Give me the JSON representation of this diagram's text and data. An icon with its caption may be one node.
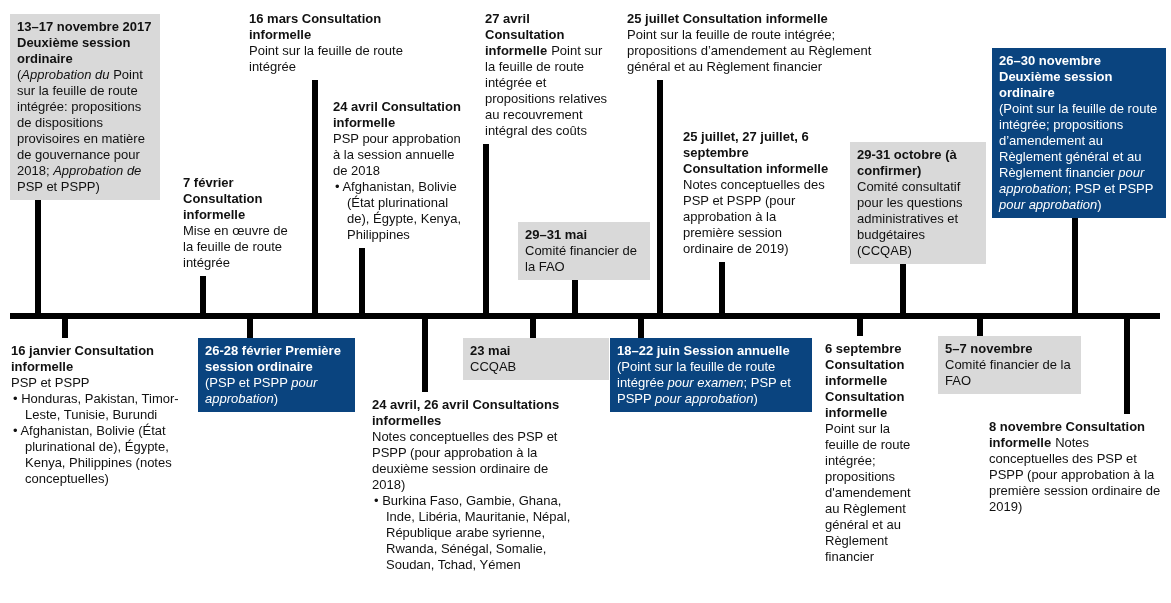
{
  "diagram": {
    "nodes": [
      {
        "text": [
          "13–17 novembre 2017 Deuxième session ordinaire",
          "(*Approbation du* Point sur la feuille de route intégrée: propositions de dispositions provisoires en matière de gouvernance pour 2018; *Approbation de* PSP et PSPP)"
        ]
      },
      {
        "text": [
          "7 février Consultation informelle",
          "Mise en œuvre de la feuille de route intégrée"
        ]
      },
      {
        "text": [
          "16 mars Consultation informelle",
          "Point sur la feuille de route intégrée"
        ]
      },
      {
        "text": [
          "24 avril Consultation informelle",
          "PSP pour approbation à la session annuelle de 2018",
          "• Afghanistan, Bolivie (État plurinational de), Égypte, Kenya, Philippines"
        ]
      },
      {
        "text": [
          "27 avril Consultation informelle",
          "Point sur la feuille de route intégrée et propositions relatives au recouvrement intégral des coûts"
        ]
      },
      {
        "text": [
          "29–31 mai",
          "Comité financier de la FAO"
        ]
      },
      {
        "text": [
          "25 juillet Consultation informelle",
          "Point sur la feuille de route intégrée; propositions d’amendement au Règlement général et au Règlement financier"
        ]
      },
      {
        "text": [
          "25 juillet, 27 juillet, 6 septembre Consultation informelle",
          "Notes conceptuelles des PSP et PSPP (pour approbation à la première session ordinaire de 2019)"
        ]
      },
      {
        "text": [
          "29-31 octobre (à confirmer)",
          "Comité consultatif pour les questions administratives et budgétaires (CCQAB)"
        ]
      },
      {
        "text": [
          "26–30 novembre Deuxième session ordinaire",
          "(Point sur la feuille de route intégrée; propositions d’amendement au Règlement général et au Règlement financier *pour approbation*; PSP et PSPP *pour approbation*)"
        ]
      },
      {
        "text": [
          "16 janvier Consultation informelle",
          "PSP et PSPP",
          "• Honduras, Pakistan, Timor-Leste, Tunisie, Burundi",
          "• Afghanistan, Bolivie (État plurinational de), Égypte, Kenya, Philippines (notes conceptuelles)"
        ]
      },
      {
        "text": [
          "26-28 février Première session ordinaire",
          "(PSP et PSPP *pour approbation*)"
        ]
      },
      {
        "text": [
          "24 avril, 26 avril Consultations informelles",
          "Notes conceptuelles des PSP et PSPP (pour approbation à la deuxième session ordinaire de 2018)",
          "• Burkina Faso, Gambie, Ghana, Inde, Libéria, Mauritanie, Népal, République arabe syrienne, Rwanda, Sénégal, Somalie, Soudan, Tchad, Yémen"
        ]
      },
      {
        "text": [
          "23 mai",
          "CCQAB"
        ]
      },
      {
        "text": [
          "18–22 juin Session annuelle",
          "(Point sur la feuille de route intégrée *pour examen*; PSP et PSPP *pour approbation*)"
        ]
      },
      {
        "text": [
          "6 septembre Consultation informelle Consultation informelle",
          "Point sur la feuille de route intégrée; propositions d'amendement au Règlement général et au Règlement financier"
        ]
      },
      {
        "text": [
          "5–7 novembre",
          "Comité financier de la FAO"
        ]
      },
      {
        "text": [
          "8 novembre Consultation informelle",
          "Notes conceptuelles des PSP et PSPP (pour approbation à la première session ordinaire de 2019)"
        ]
      },
      {
        "text": [],
        "shape": "bar"
      }
    ],
    "edges": [
      {
        "from": 0,
        "to": 18,
        "arrow": "none"
      },
      {
        "from": 1,
        "to": 18,
        "arrow": "none"
      },
      {
        "from": 2,
        "to": 18,
        "arrow": "none"
      },
      {
        "from": 3,
        "to": 18,
        "arrow": "none"
      },
      {
        "from": 4,
        "to": 18,
        "arrow": "none"
      },
      {
        "from": 5,
        "to": 18,
        "arrow": "none"
      },
      {
        "from": 6,
        "to": 18,
        "arrow": "none"
      },
      {
        "from": 7,
        "to": 18,
        "arrow": "none"
      },
      {
        "from": 8,
        "to": 18,
        "arrow": "none"
      },
      {
        "from": 9,
        "to": 18,
        "arrow": "none"
      },
      {
        "from": 10,
        "to": 18,
        "arrow": "none"
      },
      {
        "from": 11,
        "to": 18,
        "arrow": "none"
      },
      {
        "from": 12,
        "to": 18,
        "arrow": "none"
      },
      {
        "from": 13,
        "to": 18,
        "arrow": "none"
      },
      {
        "from": 14,
        "to": 18,
        "arrow": "none"
      },
      {
        "from": 15,
        "to": 18,
        "arrow": "none"
      },
      {
        "from": 16,
        "to": 18,
        "arrow": "none"
      },
      {
        "from": 17,
        "to": 18,
        "arrow": "none"
      }
    ]
  }
}
